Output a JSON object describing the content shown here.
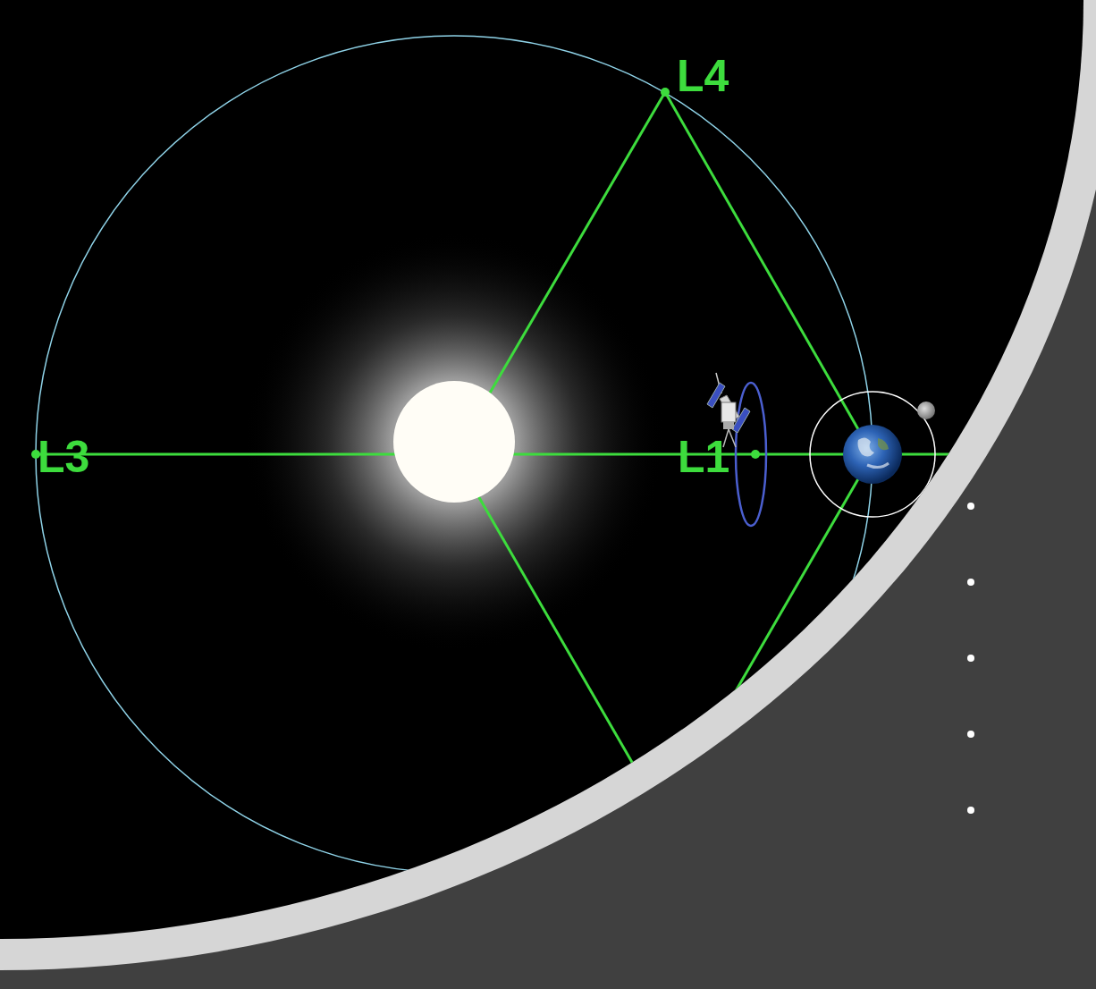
{
  "diagram": {
    "labels": [
      "L4",
      "L3",
      "L1"
    ]
  }
}
